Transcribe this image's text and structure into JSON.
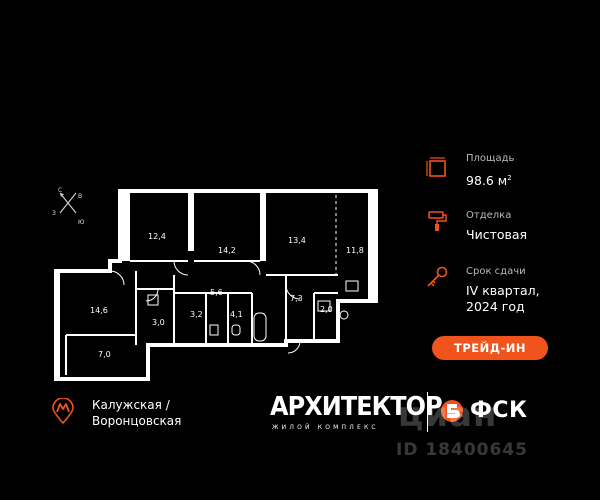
{
  "compass": {
    "n": "С",
    "e": "В",
    "s": "Ю",
    "w": "З"
  },
  "rooms": [
    {
      "id": "r1",
      "area": "12,4"
    },
    {
      "id": "r2",
      "area": "14,2"
    },
    {
      "id": "r3",
      "area": "13,4"
    },
    {
      "id": "r4",
      "area": "11,8"
    },
    {
      "id": "r5",
      "area": "14,6"
    },
    {
      "id": "r6",
      "area": "5,6"
    },
    {
      "id": "r7",
      "area": "7,3"
    },
    {
      "id": "r8",
      "area": "3,0"
    },
    {
      "id": "r9",
      "area": "3,2"
    },
    {
      "id": "r10",
      "area": "4,1"
    },
    {
      "id": "r11",
      "area": "2,0"
    },
    {
      "id": "r12",
      "area": "7,0"
    }
  ],
  "info": {
    "area_label": "Площадь",
    "area_value": "98.6 м",
    "area_unit_sup": "2",
    "finish_label": "Отделка",
    "finish_value": "Чистовая",
    "deadline_label": "Срок сдачи",
    "deadline_line1": "IV квартал,",
    "deadline_line2": "2024 год"
  },
  "trade_in_label": "ТРЕЙД-ИН",
  "metro": {
    "line1": "Калужская /",
    "line2": "Воронцовская"
  },
  "brand": {
    "name": "АРХИТЕКТОР",
    "subtitle": "ЖИЛОЙ КОМПЛЕКС",
    "developer": "ФСК"
  },
  "watermark": {
    "text": "циан",
    "listing_id": "ID 18400645"
  },
  "colors": {
    "accent": "#f0531c",
    "background": "#000000",
    "text": "#ffffff"
  }
}
